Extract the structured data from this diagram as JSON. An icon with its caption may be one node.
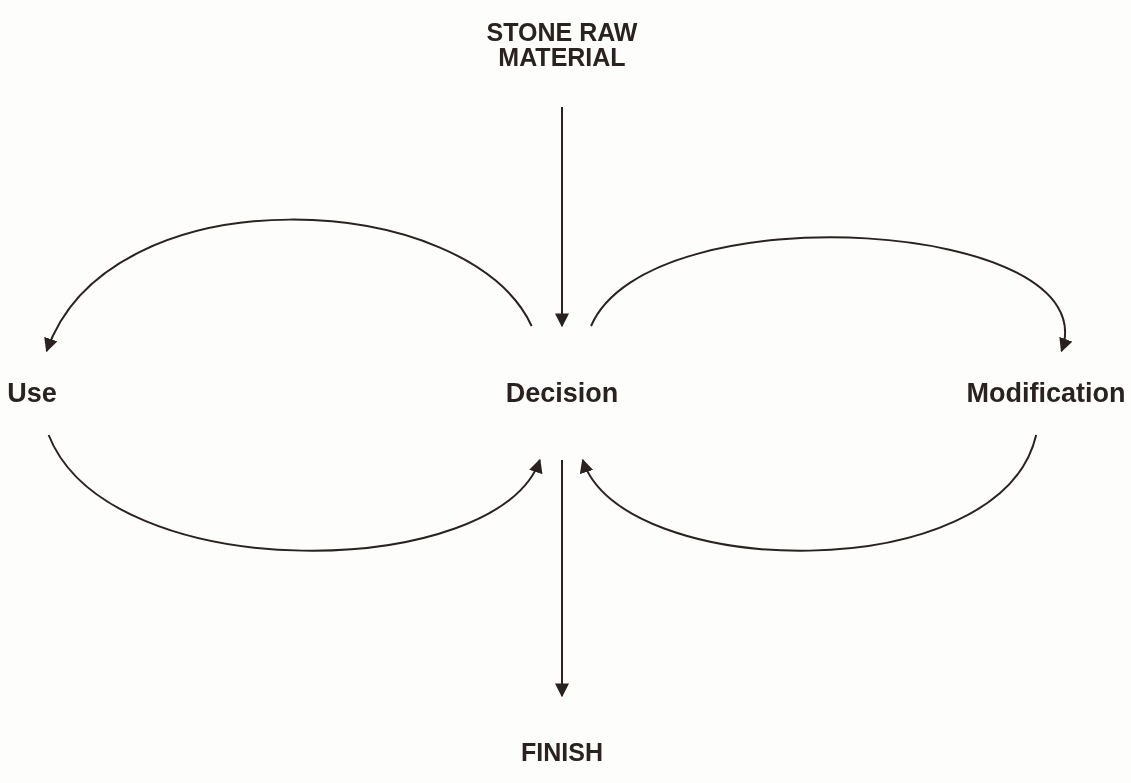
{
  "diagram": {
    "nodes": [
      {
        "text": [
          "STONE RAW MATERIAL"
        ]
      },
      {
        "text": [
          "Use"
        ]
      },
      {
        "text": [
          "Decision"
        ]
      },
      {
        "text": [
          "Modification"
        ]
      },
      {
        "text": [
          "FINISH"
        ]
      }
    ],
    "edges": [
      {
        "from": 0,
        "to": 2,
        "arrow": "to"
      },
      {
        "from": 2,
        "to": 1,
        "arrow": "to"
      },
      {
        "from": 1,
        "to": 2,
        "arrow": "to"
      },
      {
        "from": 2,
        "to": 3,
        "arrow": "to"
      },
      {
        "from": 3,
        "to": 2,
        "arrow": "to"
      },
      {
        "from": 2,
        "to": 4,
        "arrow": "to"
      }
    ]
  }
}
